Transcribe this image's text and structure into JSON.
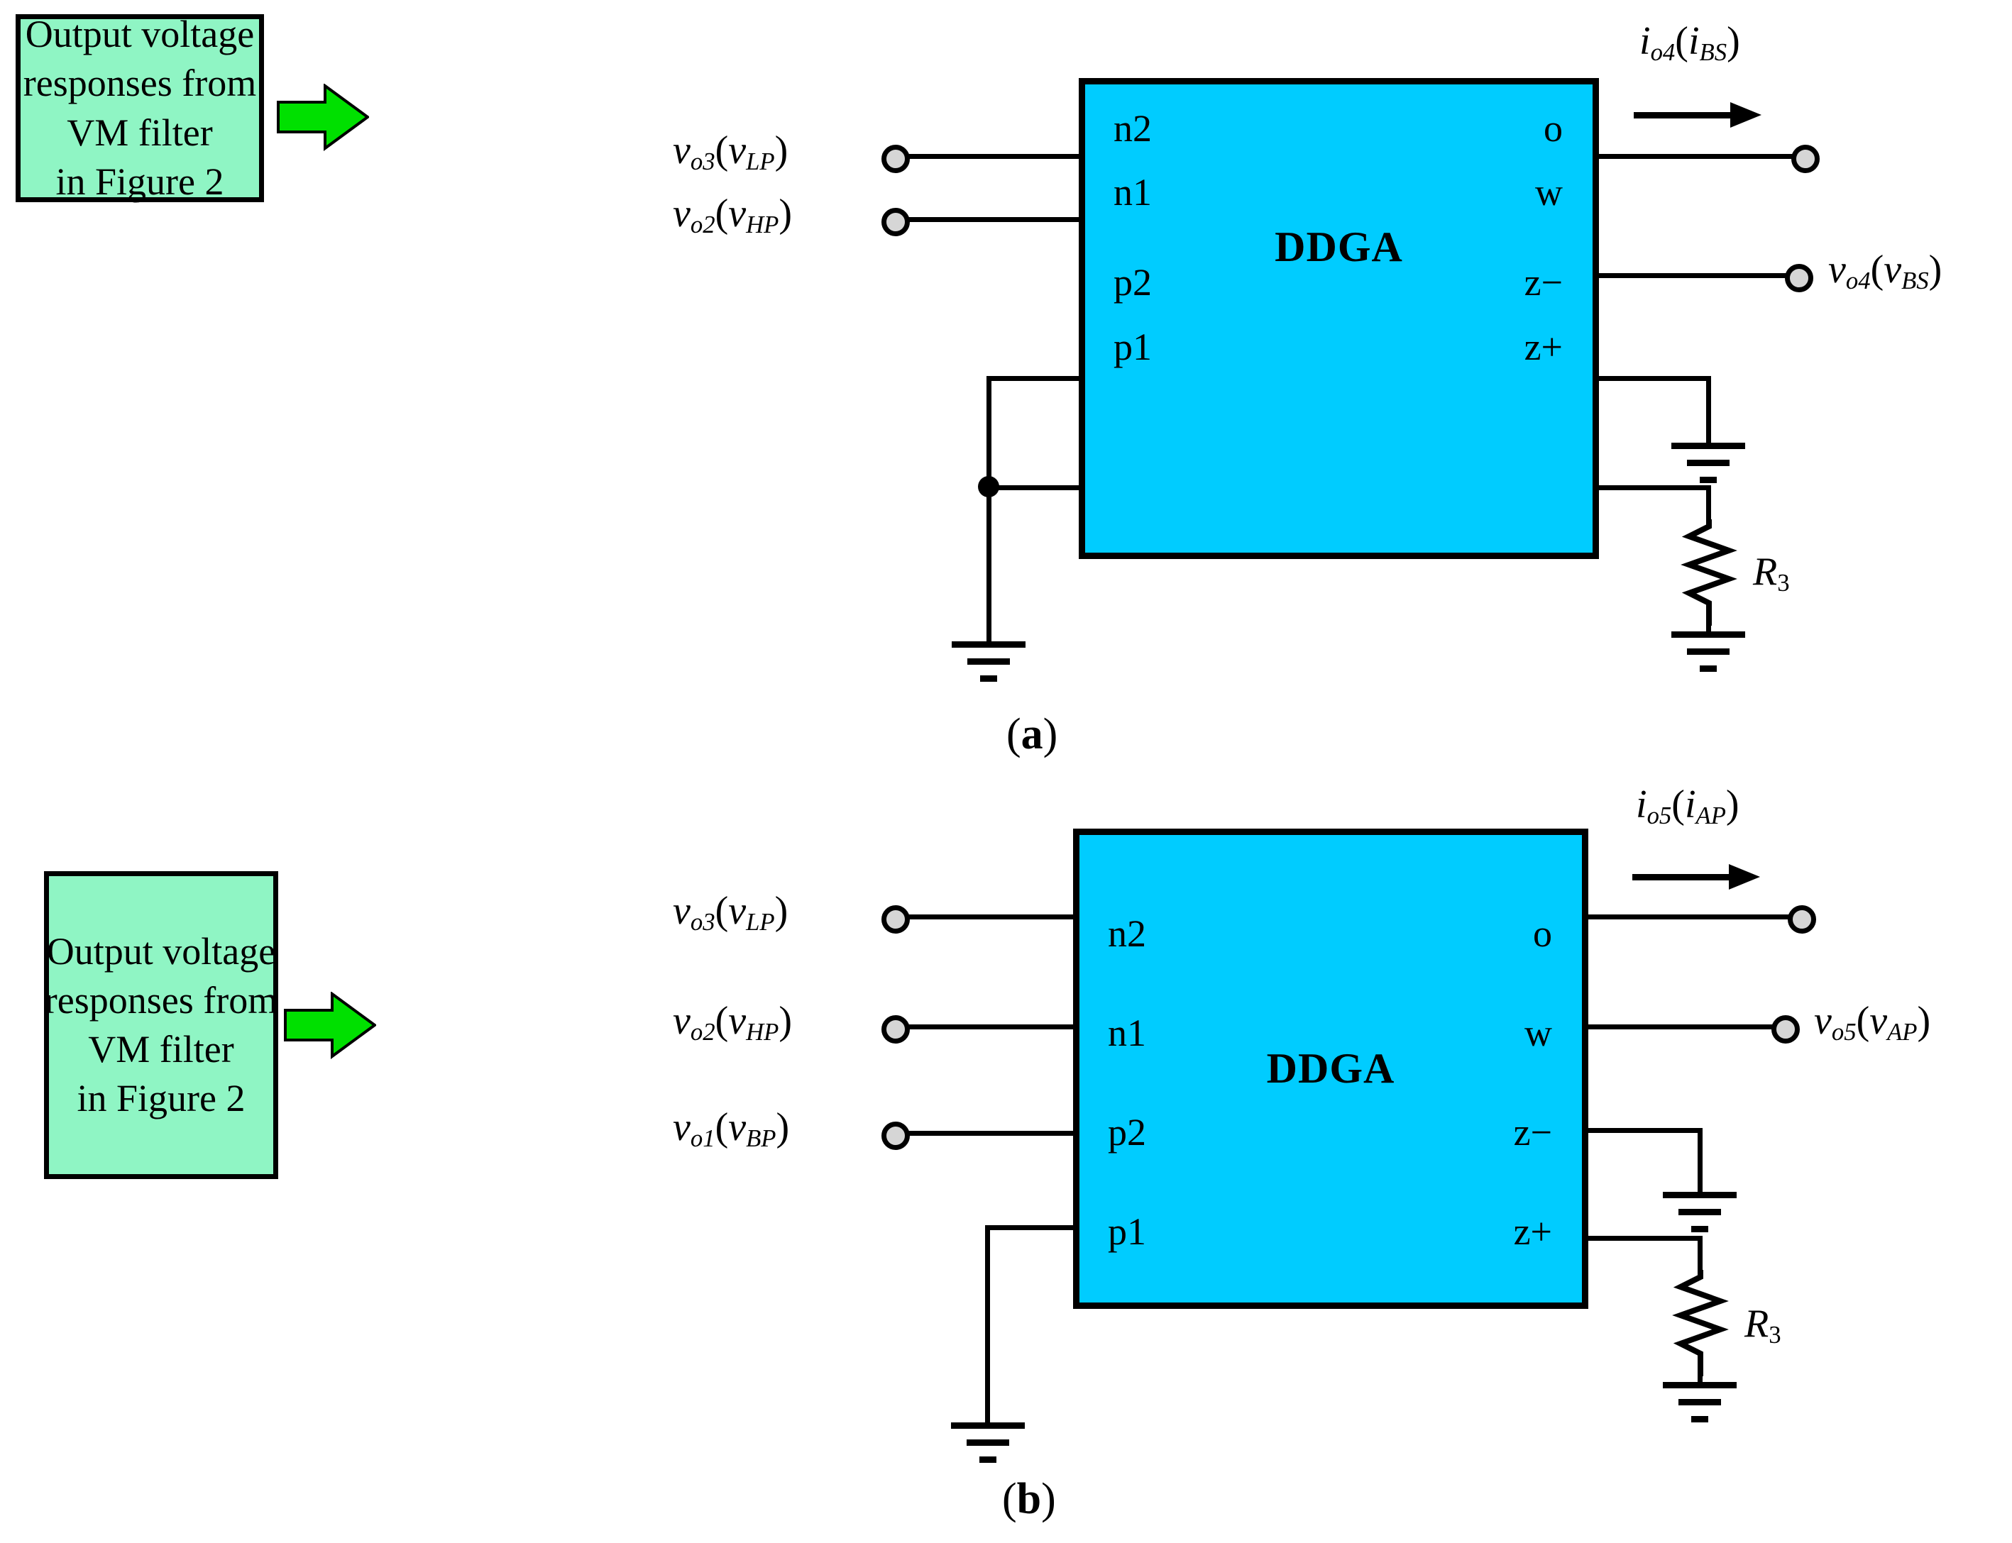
{
  "figure": {
    "panels": [
      {
        "id": "a",
        "caption": "(a)",
        "caption_open": "(",
        "caption_letter": "a",
        "caption_close": ")",
        "info_box": {
          "lines": [
            "Output voltage",
            "responses from",
            "VM filter",
            "in Figure 2"
          ],
          "fill_color": "#8ff5c4",
          "border_color": "#000000"
        },
        "flow_arrow": {
          "name": "block-arrow",
          "color": "#00e000",
          "direction": "right"
        },
        "block": {
          "label": "DDGA",
          "fill_color": "#00ccff",
          "border_color": "#000000",
          "left_pins": [
            "n2",
            "n1",
            "p2",
            "p1"
          ],
          "right_pins": [
            "o",
            "w",
            "z−",
            "z+"
          ]
        },
        "inputs": [
          {
            "pin": "n2",
            "main": "v",
            "main_sub": "o3",
            "alt": "v",
            "alt_sub": "LP"
          },
          {
            "pin": "n1",
            "main": "v",
            "main_sub": "o2",
            "alt": "v",
            "alt_sub": "HP"
          }
        ],
        "outputs": [
          {
            "pin": "o",
            "type": "current",
            "main": "i",
            "main_sub": "o4",
            "alt": "i",
            "alt_sub": "BS"
          },
          {
            "pin": "w",
            "type": "voltage",
            "main": "v",
            "main_sub": "o4",
            "alt": "v",
            "alt_sub": "BS"
          }
        ],
        "grounded_pins": [
          "p2",
          "p1",
          "z−"
        ],
        "resistor": {
          "name": "R",
          "sub": "3",
          "connected_pin": "z+",
          "grounded": true
        },
        "junction_dot": true
      },
      {
        "id": "b",
        "caption": "(b)",
        "caption_open": "(",
        "caption_letter": "b",
        "caption_close": ")",
        "info_box": {
          "lines": [
            "Output voltage",
            "responses from",
            "VM filter",
            "in Figure 2"
          ],
          "fill_color": "#8ff5c4",
          "border_color": "#000000"
        },
        "flow_arrow": {
          "name": "block-arrow",
          "color": "#00e000",
          "direction": "right"
        },
        "block": {
          "label": "DDGA",
          "fill_color": "#00ccff",
          "border_color": "#000000",
          "left_pins": [
            "n2",
            "n1",
            "p2",
            "p1"
          ],
          "right_pins": [
            "o",
            "w",
            "z−",
            "z+"
          ]
        },
        "inputs": [
          {
            "pin": "n2",
            "main": "v",
            "main_sub": "o3",
            "alt": "v",
            "alt_sub": "LP"
          },
          {
            "pin": "n1",
            "main": "v",
            "main_sub": "o2",
            "alt": "v",
            "alt_sub": "HP"
          },
          {
            "pin": "p2",
            "main": "v",
            "main_sub": "o1",
            "alt": "v",
            "alt_sub": "BP"
          }
        ],
        "outputs": [
          {
            "pin": "o",
            "type": "current",
            "main": "i",
            "main_sub": "o5",
            "alt": "i",
            "alt_sub": "AP"
          },
          {
            "pin": "w",
            "type": "voltage",
            "main": "v",
            "main_sub": "o5",
            "alt": "v",
            "alt_sub": "AP"
          }
        ],
        "grounded_pins": [
          "p1",
          "z−"
        ],
        "resistor": {
          "name": "R",
          "sub": "3",
          "connected_pin": "z+",
          "grounded": true
        },
        "junction_dot": false
      }
    ]
  },
  "a": {
    "box": {
      "l1": "Output voltage",
      "l2": "responses from",
      "l3": "VM filter",
      "l4": "in Figure 2"
    },
    "block_title": "DDGA",
    "pins": {
      "n2": "n2",
      "n1": "n1",
      "p2": "p2",
      "p1": "p1",
      "o": "o",
      "w": "w",
      "zm": "z−",
      "zp": "z+"
    },
    "in1": {
      "v": "v",
      "sub": "o3",
      "open": "(",
      "alt": "v",
      "altsub": "LP",
      "close": ")"
    },
    "in2": {
      "v": "v",
      "sub": "o2",
      "open": "(",
      "alt": "v",
      "altsub": "HP",
      "close": ")"
    },
    "out_i": {
      "v": "i",
      "sub": "o4",
      "open": "(",
      "alt": "i",
      "altsub": "BS",
      "close": ")"
    },
    "out_v": {
      "v": "v",
      "sub": "o4",
      "open": "(",
      "alt": "v",
      "altsub": "BS",
      "close": ")"
    },
    "res": {
      "r": "R",
      "sub": "3"
    },
    "caption": {
      "open": "(",
      "letter": "a",
      "close": ")"
    }
  },
  "b": {
    "box": {
      "l1": "Output voltage",
      "l2": "responses from",
      "l3": "VM filter",
      "l4": "in Figure 2"
    },
    "block_title": "DDGA",
    "pins": {
      "n2": "n2",
      "n1": "n1",
      "p2": "p2",
      "p1": "p1",
      "o": "o",
      "w": "w",
      "zm": "z−",
      "zp": "z+"
    },
    "in1": {
      "v": "v",
      "sub": "o3",
      "open": "(",
      "alt": "v",
      "altsub": "LP",
      "close": ")"
    },
    "in2": {
      "v": "v",
      "sub": "o2",
      "open": "(",
      "alt": "v",
      "altsub": "HP",
      "close": ")"
    },
    "in3": {
      "v": "v",
      "sub": "o1",
      "open": "(",
      "alt": "v",
      "altsub": "BP",
      "close": ")"
    },
    "out_i": {
      "v": "i",
      "sub": "o5",
      "open": "(",
      "alt": "i",
      "altsub": "AP",
      "close": ")"
    },
    "out_v": {
      "v": "v",
      "sub": "o5",
      "open": "(",
      "alt": "v",
      "altsub": "AP",
      "close": ")"
    },
    "res": {
      "r": "R",
      "sub": "3"
    },
    "caption": {
      "open": "(",
      "letter": "b",
      "close": ")"
    }
  },
  "colors": {
    "block_fill": "#00ccff",
    "info_fill": "#8ff5c4",
    "arrow_fill": "#00e000",
    "terminal_fill": "#d6d6d6",
    "stroke": "#000000"
  }
}
